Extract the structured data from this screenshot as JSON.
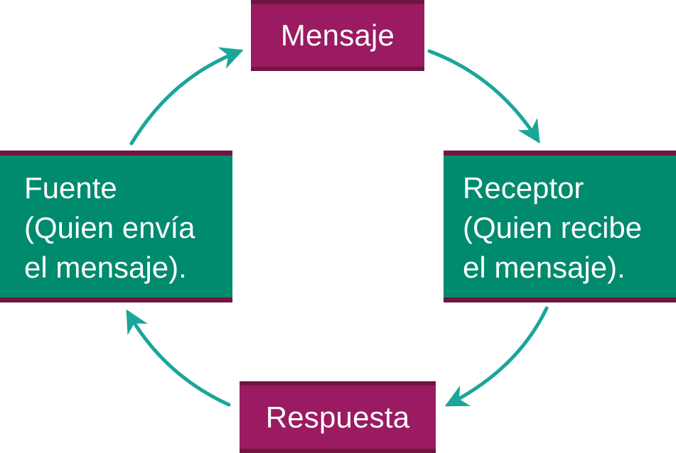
{
  "nodes": {
    "top": {
      "label": "Mensaje"
    },
    "left": {
      "lines": [
        "Fuente",
        "(Quien envía",
        "el mensaje)."
      ]
    },
    "right": {
      "lines": [
        "Receptor",
        "(Quien recibe",
        "el mensaje)."
      ]
    },
    "bottom": {
      "label": "Respuesta"
    }
  },
  "colors": {
    "purple": "#9a1b61",
    "purple_dark": "#6e1743",
    "green": "#008a6e",
    "arrow": "#1aa699"
  },
  "icons": {
    "arrows": [
      "arrow-icon",
      "arrow-icon",
      "arrow-icon",
      "arrow-icon"
    ]
  }
}
